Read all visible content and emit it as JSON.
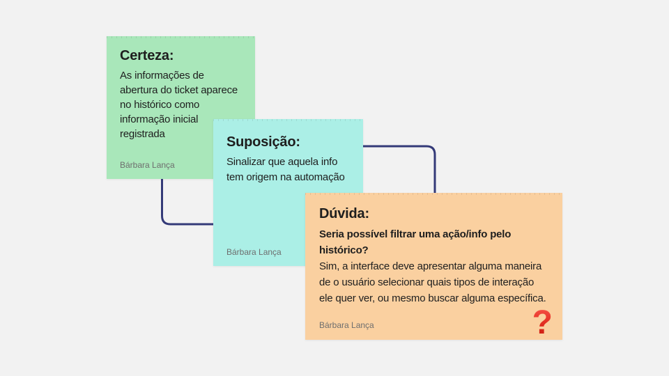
{
  "board": {
    "background": "#f2f2f2"
  },
  "connectors": {
    "color": "#343a78"
  },
  "notes": [
    {
      "id": "certeza",
      "title": "Certeza:",
      "body_lines": [
        "As informações de",
        "abertura do ticket aparece",
        "no histórico como",
        "informação inicial",
        "registrada"
      ],
      "author": "Bárbara Lança",
      "color": "#a9e7ba"
    },
    {
      "id": "suposicao",
      "title": "Suposição:",
      "body_lines": [
        "Sinalizar que aquela info",
        "tem origem na automação"
      ],
      "author": "Bárbara Lança",
      "color": "#abefe6"
    },
    {
      "id": "duvida",
      "title": "Dúvida:",
      "question_lines": [
        "Seria possível filtrar uma ação/info pelo",
        "histórico?"
      ],
      "answer_lines": [
        "Sim, a interface deve apresentar alguma maneira",
        "de o usuário selecionar quais tipos de interação",
        "ele quer ver, ou mesmo buscar alguma específica."
      ],
      "author": "Bárbara Lança",
      "color": "#fad0a0",
      "icon": "?"
    }
  ]
}
